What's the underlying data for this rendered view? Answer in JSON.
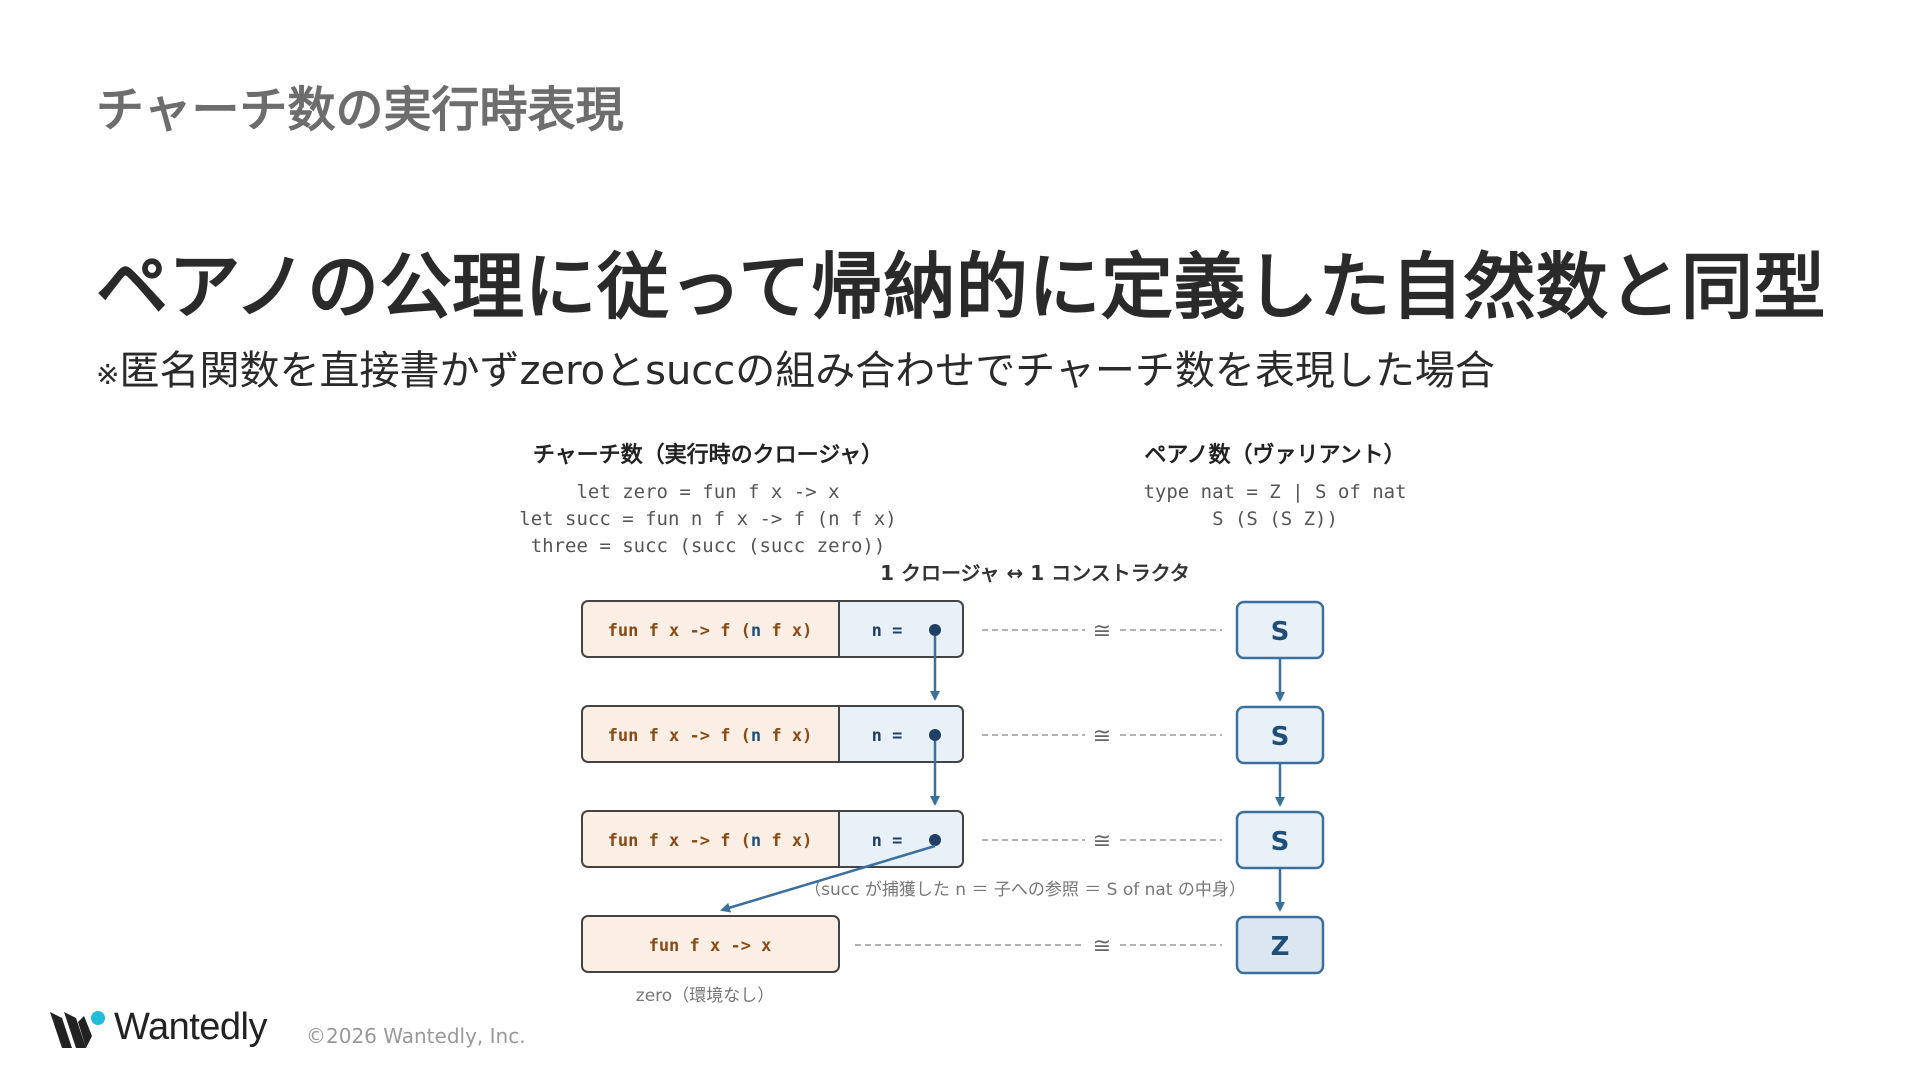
{
  "slide": {
    "section_title": "チャーチ数の実行時表現",
    "headline": "ペアノの公理に従って帰納的に定義した自然数と同型",
    "subline_mark": "※",
    "subline": "匿名関数を直接書かずzeroとsuccの組み合わせでチャーチ数を表現した場合"
  },
  "diagram": {
    "left_heading": "チャーチ数（実行時のクロージャ）",
    "left_code": [
      "let zero = fun f x -> x",
      "let succ = fun n f x -> f (n f x)",
      "three = succ (succ (succ zero))"
    ],
    "right_heading": "ペアノ数（ヴァリアント）",
    "right_code": [
      "type nat = Z | S of nat",
      "S (S (S Z))"
    ],
    "mapping_label": "1 クロージャ ↔ 1 コンストラクタ",
    "rows": [
      {
        "closure": "fun f x -> f (n f x)",
        "env": "n =",
        "constructor": "S",
        "iso": "≅"
      },
      {
        "closure": "fun f x -> f (n f x)",
        "env": "n =",
        "constructor": "S",
        "iso": "≅"
      },
      {
        "closure": "fun f x -> f (n f x)",
        "env": "n =",
        "constructor": "S",
        "iso": "≅"
      },
      {
        "closure": "fun f x -> x",
        "env": "",
        "constructor": "Z",
        "iso": "≅"
      }
    ],
    "capture_note": "（succ が捕獲した n ＝ 子への参照 ＝ S of nat の中身）",
    "zero_note": "zero（環境なし）",
    "colors": {
      "closure_fill": "#fbeee4",
      "env_fill": "#e8f0f8",
      "constructor_fill": "#e8f0f8",
      "z_fill": "#dbe6f1",
      "constructor_stroke": "#3a6f9e",
      "arrow": "#3a6f9e",
      "box_stroke": "#444444"
    }
  },
  "footer": {
    "brand": "Wantedly",
    "copyright": "©2026 Wantedly, Inc."
  }
}
